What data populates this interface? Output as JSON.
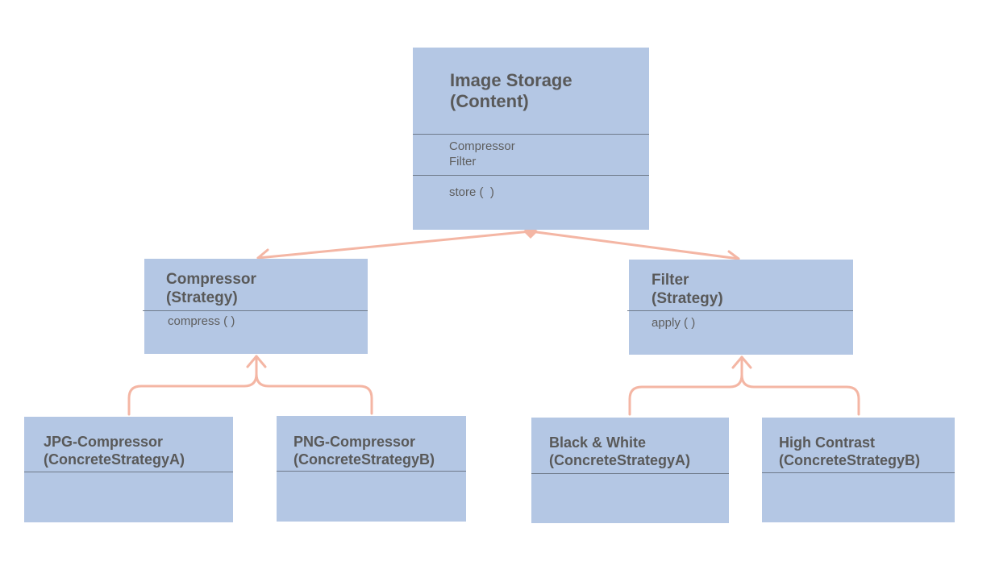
{
  "colors": {
    "box_fill": "#b4c7e4",
    "connector": "#f4b6a4",
    "title_text": "#595959",
    "body_text": "#5e5e5e",
    "divider": "#6f7a8a"
  },
  "context": {
    "title": "Image Storage\n(Content)",
    "attributes": [
      "Compressor",
      "Filter"
    ],
    "method": "store (  )"
  },
  "compressor": {
    "title": "Compressor\n(Strategy)",
    "method": "compress ( )"
  },
  "filter": {
    "title": "Filter\n(Strategy)",
    "method": "apply ( )"
  },
  "jpg": {
    "title": "JPG-Compressor\n(ConcreteStrategyA)"
  },
  "png": {
    "title": "PNG-Compressor\n(ConcreteStrategyB)"
  },
  "bw": {
    "title": "Black & White\n(ConcreteStrategyA)"
  },
  "hc": {
    "title": "High Contrast\n(ConcreteStrategyB)"
  }
}
